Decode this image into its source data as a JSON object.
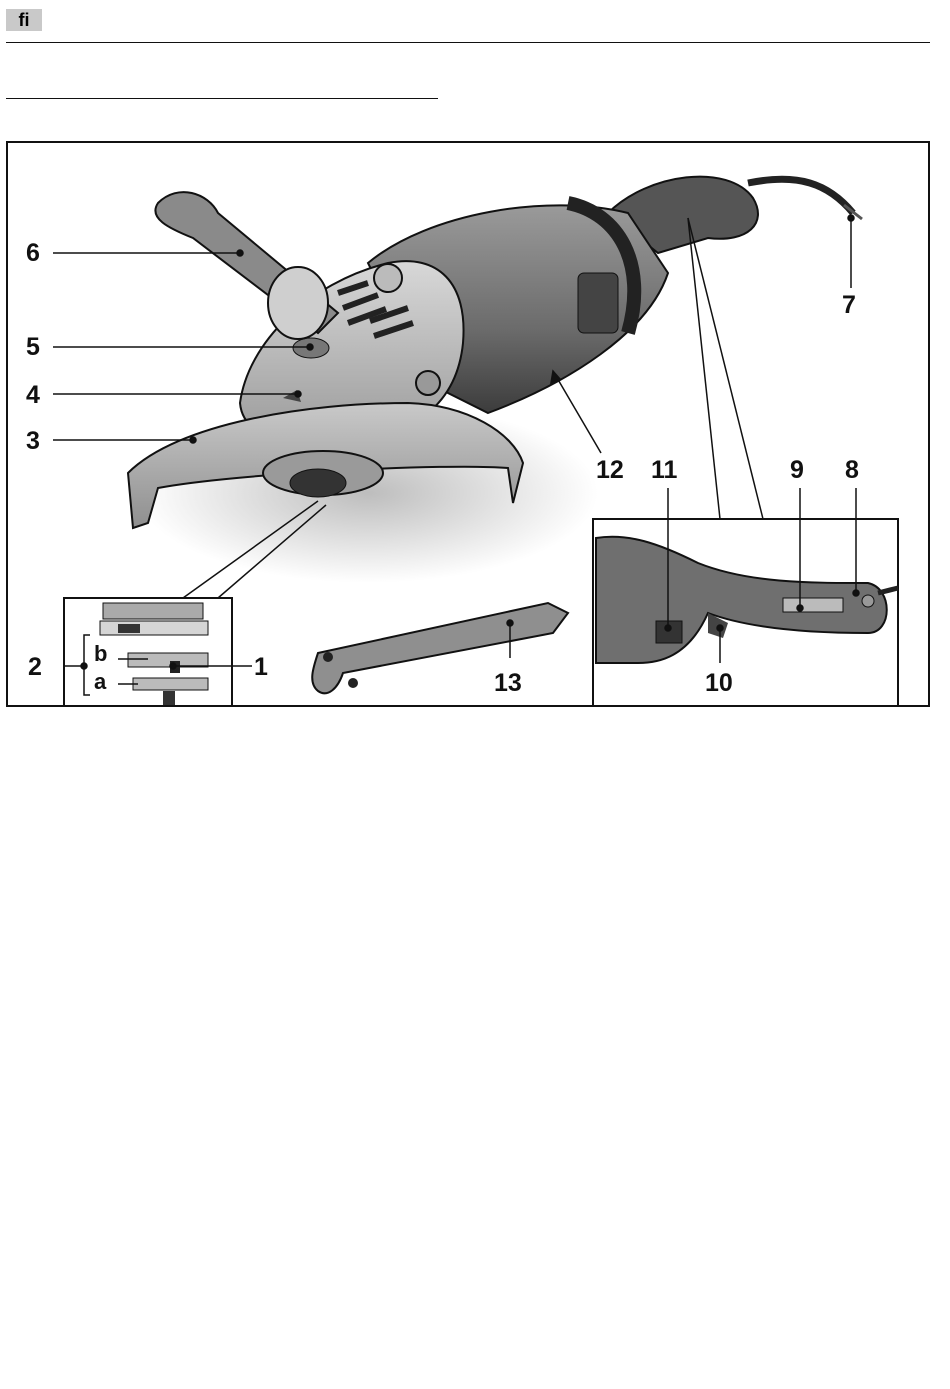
{
  "header": {
    "language_code": "fi"
  },
  "figure": {
    "callouts": {
      "c1": "1",
      "c2": "2",
      "c3": "3",
      "c4": "4",
      "c5": "5",
      "c6": "6",
      "c7": "7",
      "c8": "8",
      "c9": "9",
      "c10": "10",
      "c11": "11",
      "c12": "12",
      "c13": "13",
      "ca": "a",
      "cb": "b"
    }
  }
}
